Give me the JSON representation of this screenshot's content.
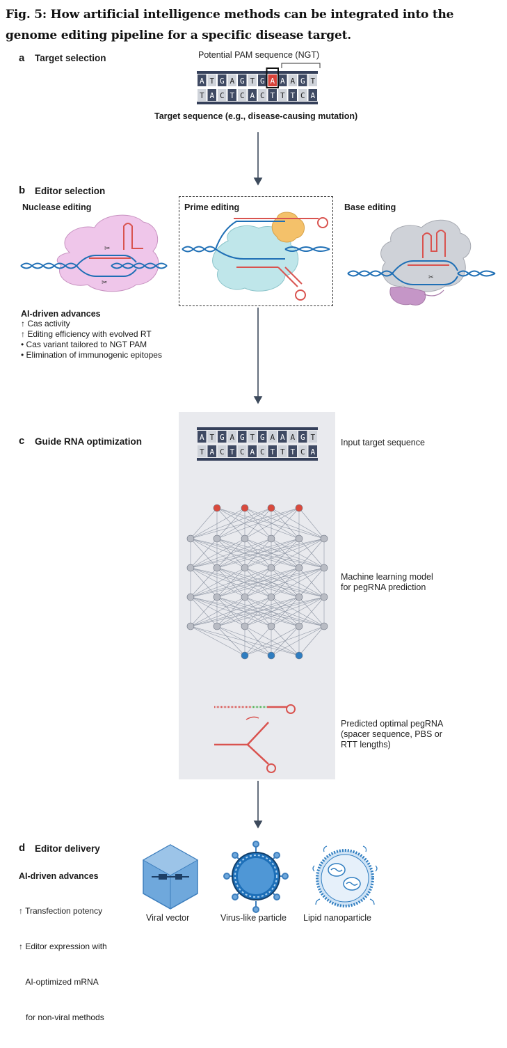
{
  "figure_title": "Fig. 5: How artificial intelligence methods can be integrated into the genome editing pipeline for a specific disease target.",
  "panel_a": {
    "letter": "a",
    "title": "Target selection",
    "pam_label": "Potential PAM sequence (NGT)",
    "top_strand": [
      "A",
      "T",
      "G",
      "A",
      "G",
      "T",
      "G",
      "A",
      "A",
      "A",
      "G",
      "T"
    ],
    "bottom_strand": [
      "T",
      "A",
      "C",
      "T",
      "C",
      "A",
      "C",
      "T",
      "T",
      "T",
      "C",
      "A"
    ],
    "highlighted_index": 7,
    "caption": "Target sequence (e.g., disease-causing mutation)"
  },
  "panel_b": {
    "letter": "b",
    "title": "Editor selection",
    "nuclease_label": "Nuclease editing",
    "prime_label": "Prime editing",
    "base_label": "Base editing",
    "advances_title": "AI-driven advances",
    "advances": [
      "↑ Cas activity",
      "↑ Editing efficiency with evolved RT",
      "• Cas variant tailored to NGT PAM",
      "• Elimination of immunogenic epitopes"
    ]
  },
  "panel_c": {
    "letter": "c",
    "title": "Guide RNA optimization",
    "top_strand": [
      "A",
      "T",
      "G",
      "A",
      "G",
      "T",
      "G",
      "A",
      "A",
      "A",
      "G",
      "T"
    ],
    "bottom_strand": [
      "T",
      "A",
      "C",
      "T",
      "C",
      "A",
      "C",
      "T",
      "T",
      "T",
      "C",
      "A"
    ],
    "input_label": "Input target sequence",
    "model_label_1": "Machine learning model",
    "model_label_2": "for pegRNA prediction",
    "output_label_1": "Predicted optimal pegRNA",
    "output_label_2": "(spacer sequence, PBS or",
    "output_label_3": "RTT lengths)"
  },
  "panel_d": {
    "letter": "d",
    "title": "Editor delivery",
    "advances_title": "AI-driven advances",
    "advances": [
      "↑ Transfection potency",
      "↑ Editor expression with",
      "   AI-optimized mRNA",
      "   for non-viral methods"
    ],
    "viral_label": "Viral vector",
    "vlp_label": "Virus-like particle",
    "lnp_label": "Lipid nanoparticle"
  },
  "colors": {
    "dna_blue": "#1f6fb5",
    "rna_red": "#d9534f",
    "node_gray": "#b9bcc4",
    "node_red": "#d94a3d",
    "node_blue": "#2f7dc0",
    "arrow": "#3d4a5c",
    "cas_pink": "#efc6ea",
    "cas_cyan": "#bfe6ea",
    "cas_gray": "#cfd2d8"
  }
}
